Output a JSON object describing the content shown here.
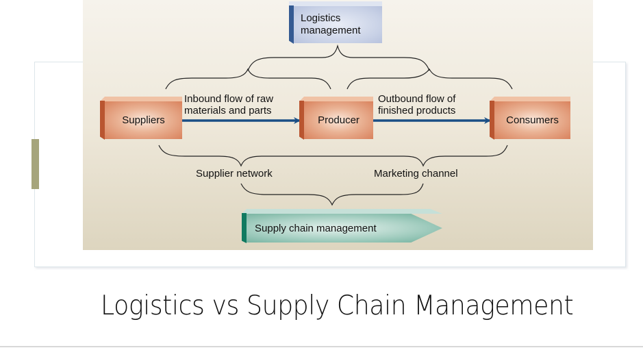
{
  "slide": {
    "title": "Logistics vs Supply Chain Management"
  },
  "diagram": {
    "nodes": {
      "logistics": {
        "line1": "Logistics",
        "line2": "management"
      },
      "suppliers": "Suppliers",
      "producer": "Producer",
      "consumers": "Consumers",
      "supply_chain": "Supply chain management"
    },
    "flows": {
      "inbound": {
        "line1": "Inbound flow of raw",
        "line2": "materials and parts"
      },
      "outbound": {
        "line1": "Outbound flow of",
        "line2": "finished products"
      }
    },
    "groups": {
      "supplier_network": "Supplier network",
      "marketing_channel": "Marketing channel"
    },
    "colors": {
      "arrow": "#1a4f86",
      "orange_box": "#e4a283",
      "blue_box": "#c8d1e6",
      "teal_box": "#8fc2b2",
      "accent_bar": "#a6a57c"
    }
  }
}
